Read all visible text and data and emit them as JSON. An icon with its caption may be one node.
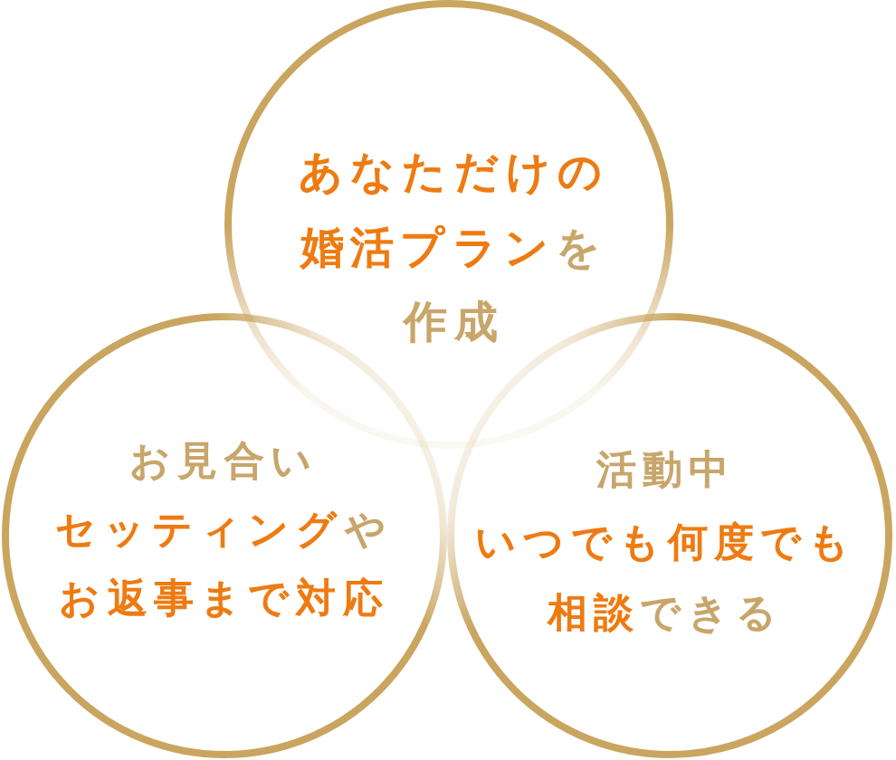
{
  "diagram": {
    "nodes": [
      {
        "text": [
          "**あなただけの婚活プラン**を作成"
        ]
      },
      {
        "text": [
          "お見合い**セッティング**や**お返事まで対応**"
        ]
      },
      {
        "text": [
          "活動中**いつでも何度でも相談**できる"
        ]
      }
    ]
  }
}
